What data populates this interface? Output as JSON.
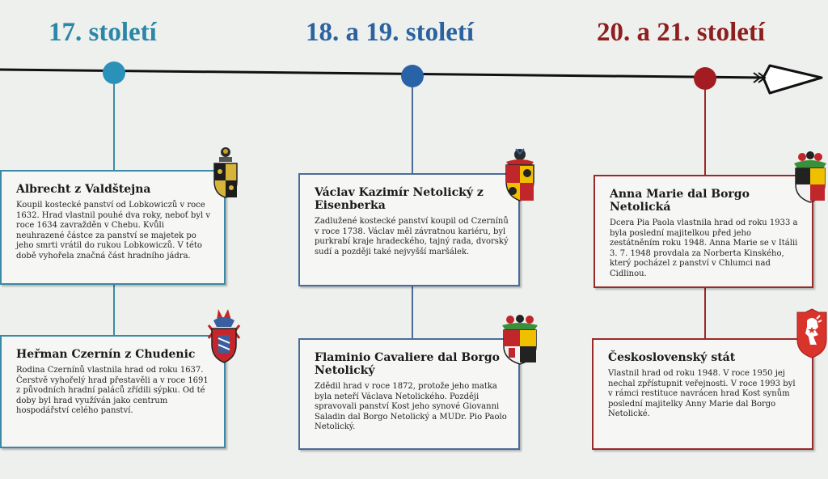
{
  "eras": [
    {
      "label": "17. století",
      "color": "#2a87a8"
    },
    {
      "label": "18. a 19. století",
      "color": "#2b62a0"
    },
    {
      "label": "20. a 21. století",
      "color": "#8e1f1f"
    }
  ],
  "cards": [
    {
      "title": "Albrecht z Valdštejna",
      "text": "Koupil kostecké panství od Lobkowiczů v roce 1632. Hrad vlastnil pouhé dva roky, neboť byl v roce 1634 zavražděn v Chebu. Kvůli neuhrazené částce za panství se majetek po jeho smrti vrátil do rukou Lobkowiczů. V této době vyhořela značná část hradního jádra.",
      "crest_icon": "wallenstein-coat-of-arms"
    },
    {
      "title": "Heřman Czernín z Chudenic",
      "text": "Rodina Czernínů vlastnila hrad od roku 1637. Čerstvě vyhořelý hrad přestavěli a v roce 1691 z původních hradní paláců zřídili sýpku. Od té doby byl hrad využíván jako centrum hospodářství celého panství.",
      "crest_icon": "czernin-coat-of-arms"
    },
    {
      "title": "Václav Kazimír Netolický z Eisenberka",
      "text": "Zadlužené kostecké panství koupil od Czernínů v roce 1738. Václav měl závratnou kariéru, byl purkrabí kraje hradeckého, tajný rada, dvorský sudí a později také nejvyšší maršálek.",
      "crest_icon": "netolicky-coat-of-arms"
    },
    {
      "title": "Flaminio Cavaliere dal Borgo Netolický",
      "text": "Zdědil hrad v roce 1872, protože jeho matka byla neteří Václava Netolického. Později spravovali panství Kost jeho synové Giovanni Saladin dal Borgo Netolický a MUDr. Pio Paolo Netolický.",
      "crest_icon": "dal-borgo-coat-of-arms"
    },
    {
      "title": "Anna Marie dal Borgo Netolická",
      "text": "Dcera Pia Paola vlastnila hrad od roku 1933 a byla poslední majitelkou před jeho zestátněním roku 1948. Anna Marie se v Itálii 3. 7. 1948 provdala za Norberta Kinského, který pocházel z panství v Chlumci nad Cidlinou.",
      "crest_icon": "dal-borgo-netolicka-coat-of-arms"
    },
    {
      "title": "Československý stát",
      "text": "Vlastnil hrad od roku 1948. V roce 1950 jej nechal zpřístupnit veřejnosti. V roce 1993 byl v rámci restituce navrácen hrad Kost synům poslední majitelky Anny Marie dal Borgo Netolické.",
      "crest_icon": "czechoslovak-lion-emblem"
    }
  ]
}
